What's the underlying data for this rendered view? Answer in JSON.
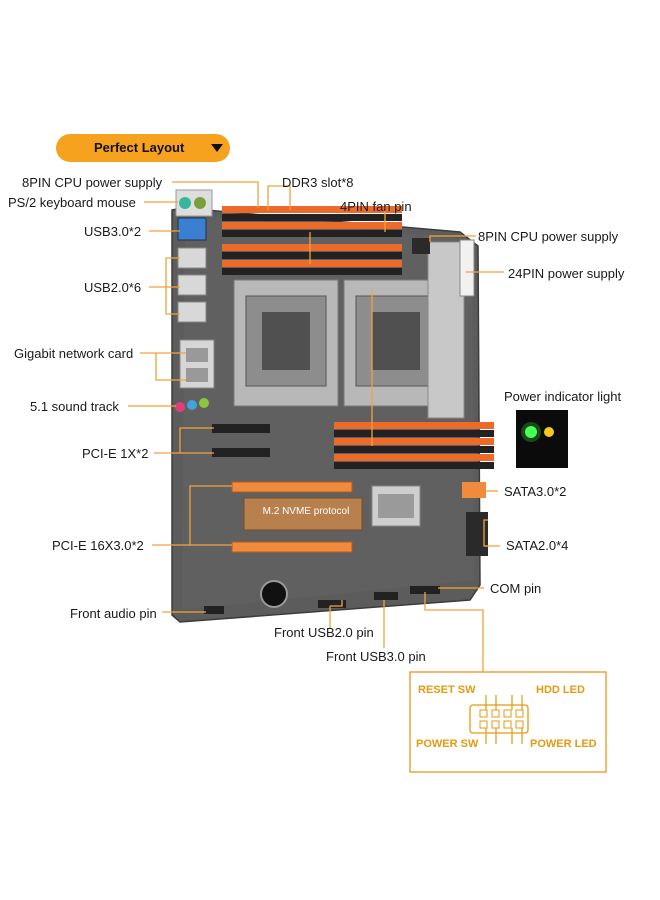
{
  "header": {
    "title": "Perfect Layout"
  },
  "labels": {
    "cpu_power_left": "8PIN CPU power supply",
    "ps2": "PS/2 keyboard mouse",
    "ddr3": "DDR3 slot*8",
    "fan": "4PIN fan pin",
    "cpu_power_right": "8PIN CPU power supply",
    "usb3": "USB3.0*2",
    "atx24": "24PIN power supply",
    "usb2": "USB2.0*6",
    "lan": "Gigabit network card",
    "sound": "5.1 sound track",
    "power_light": "Power indicator light",
    "pcie1x": "PCI-E 1X*2",
    "sata3": "SATA3.0*2",
    "pcie16x": "PCI-E 16X3.0*2",
    "sata2": "SATA2.0*4",
    "com": "COM pin",
    "front_audio": "Front audio pin",
    "front_usb2": "Front USB2.0 pin",
    "front_usb3": "Front USB3.0 pin"
  },
  "board": {
    "m2_label": "M.2 NVME protocol"
  },
  "pin_diagram": {
    "reset": "RESET SW",
    "hdd": "HDD  LED",
    "power_sw": "POWER SW",
    "power_led": "POWER LED"
  },
  "colors": {
    "accent": "#f6a21e",
    "board": "#5a5a5a",
    "slot": "#f2672a",
    "leader": "#f2a23c"
  }
}
